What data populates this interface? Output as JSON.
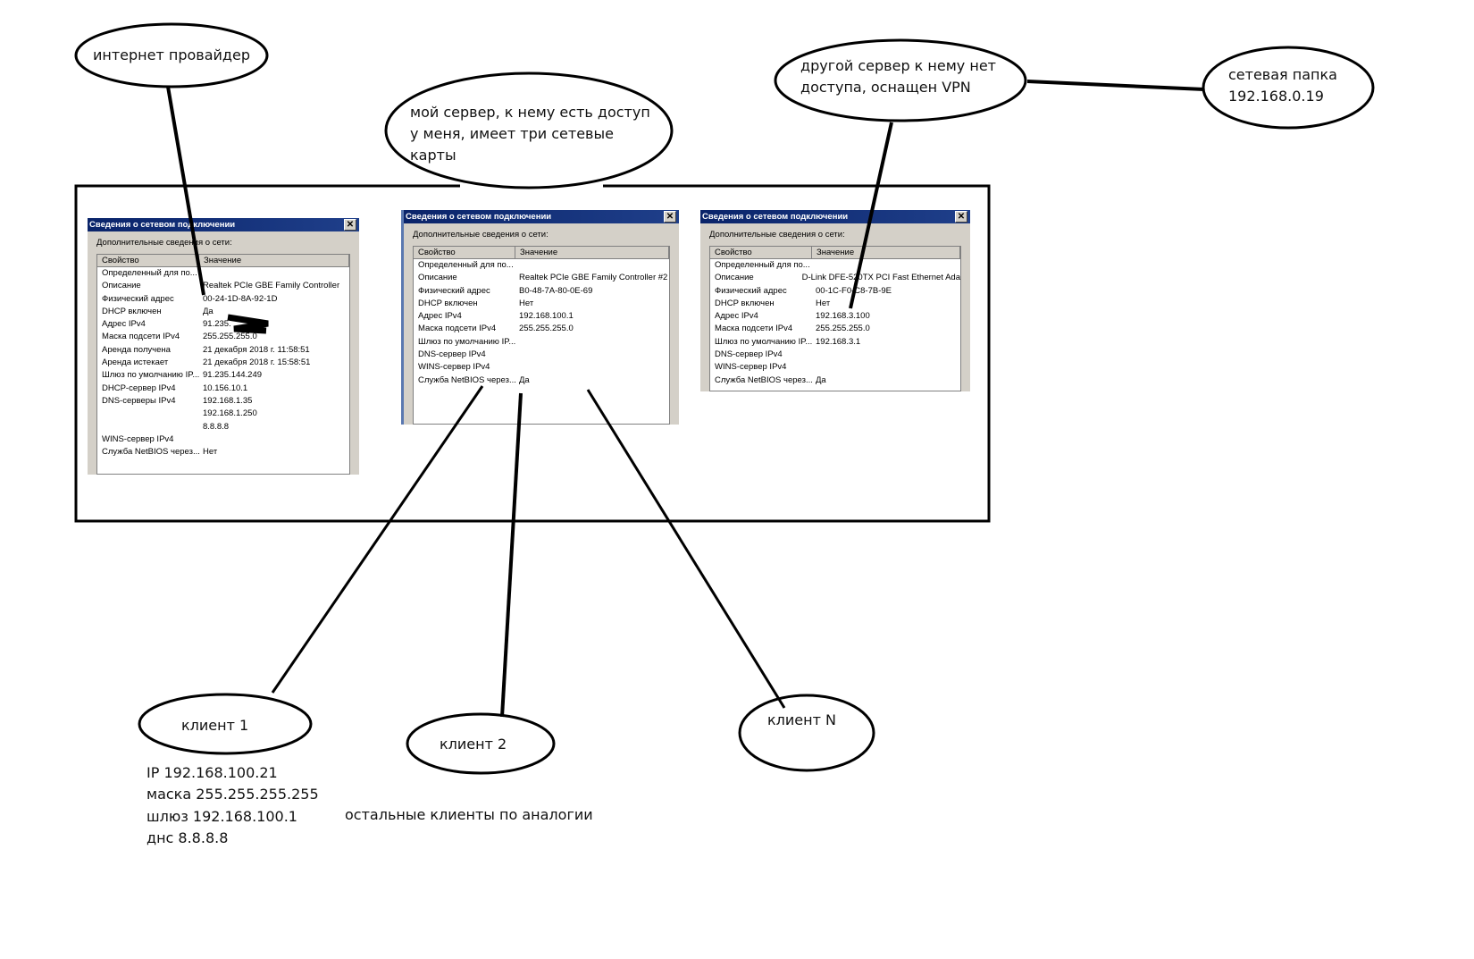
{
  "bubbles": {
    "provider": "интернет провайдер",
    "my_server": [
      "мой сервер, к нему есть доступ",
      "у меня, имеет три сетевые",
      "карты"
    ],
    "other_server": [
      "другой сервер к нему нет",
      "доступа, оснащен VPN"
    ],
    "network_folder": [
      "сетевая папка",
      "192.168.0.19"
    ],
    "client1": "клиент 1",
    "client2": "клиент 2",
    "clientN": "клиент N"
  },
  "client1_info": [
    "IP 192.168.100.21",
    "маска 255.255.255.255",
    "шлюз 192.168.100.1",
    "днс 8.8.8.8"
  ],
  "note": "остальные клиенты по аналогии",
  "dialog_common": {
    "title": "Сведения о сетевом подключении",
    "subtitle": "Дополнительные сведения о сети:",
    "col_property": "Свойство",
    "col_value": "Значение",
    "close": "✕"
  },
  "dialogs": [
    {
      "rows": [
        [
          "Определенный для по...",
          ""
        ],
        [
          "Описание",
          "Realtek PCIe GBE Family Controller"
        ],
        [
          "Физический адрес",
          "00-24-1D-8A-92-1D"
        ],
        [
          "DHCP включен",
          "Да"
        ],
        [
          "Адрес IPv4",
          "91.235."
        ],
        [
          "Маска подсети IPv4",
          "255.255.255.0"
        ],
        [
          "Аренда получена",
          "21 декабря 2018 г. 11:58:51"
        ],
        [
          "Аренда истекает",
          "21 декабря 2018 г. 15:58:51"
        ],
        [
          "Шлюз по умолчанию IP...",
          "91.235.144.249"
        ],
        [
          "DHCP-сервер IPv4",
          "10.156.10.1"
        ],
        [
          "DNS-серверы IPv4",
          "192.168.1.35"
        ],
        [
          "",
          "192.168.1.250"
        ],
        [
          "",
          "8.8.8.8"
        ],
        [
          "WINS-сервер IPv4",
          ""
        ],
        [
          "Служба NetBIOS через...",
          "Нет"
        ]
      ]
    },
    {
      "rows": [
        [
          "Определенный для по...",
          ""
        ],
        [
          "Описание",
          "Realtek PCIe GBE Family Controller #2"
        ],
        [
          "Физический адрес",
          "B0-48-7A-80-0E-69"
        ],
        [
          "DHCP включен",
          "Нет"
        ],
        [
          "Адрес IPv4",
          "192.168.100.1"
        ],
        [
          "Маска подсети IPv4",
          "255.255.255.0"
        ],
        [
          "Шлюз по умолчанию IP...",
          ""
        ],
        [
          "DNS-сервер IPv4",
          ""
        ],
        [
          "WINS-сервер IPv4",
          ""
        ],
        [
          "Служба NetBIOS через...",
          "Да"
        ]
      ]
    },
    {
      "rows": [
        [
          "Определенный для по...",
          ""
        ],
        [
          "Описание",
          "D-Link DFE-520TX PCI Fast Ethernet Ada"
        ],
        [
          "Физический адрес",
          "00-1C-F0-C8-7B-9E"
        ],
        [
          "DHCP включен",
          "Нет"
        ],
        [
          "Адрес IPv4",
          "192.168.3.100"
        ],
        [
          "Маска подсети IPv4",
          "255.255.255.0"
        ],
        [
          "Шлюз по умолчанию IP...",
          "192.168.3.1"
        ],
        [
          "DNS-сервер IPv4",
          ""
        ],
        [
          "WINS-сервер IPv4",
          ""
        ],
        [
          "Служба NetBIOS через...",
          "Да"
        ]
      ]
    }
  ]
}
